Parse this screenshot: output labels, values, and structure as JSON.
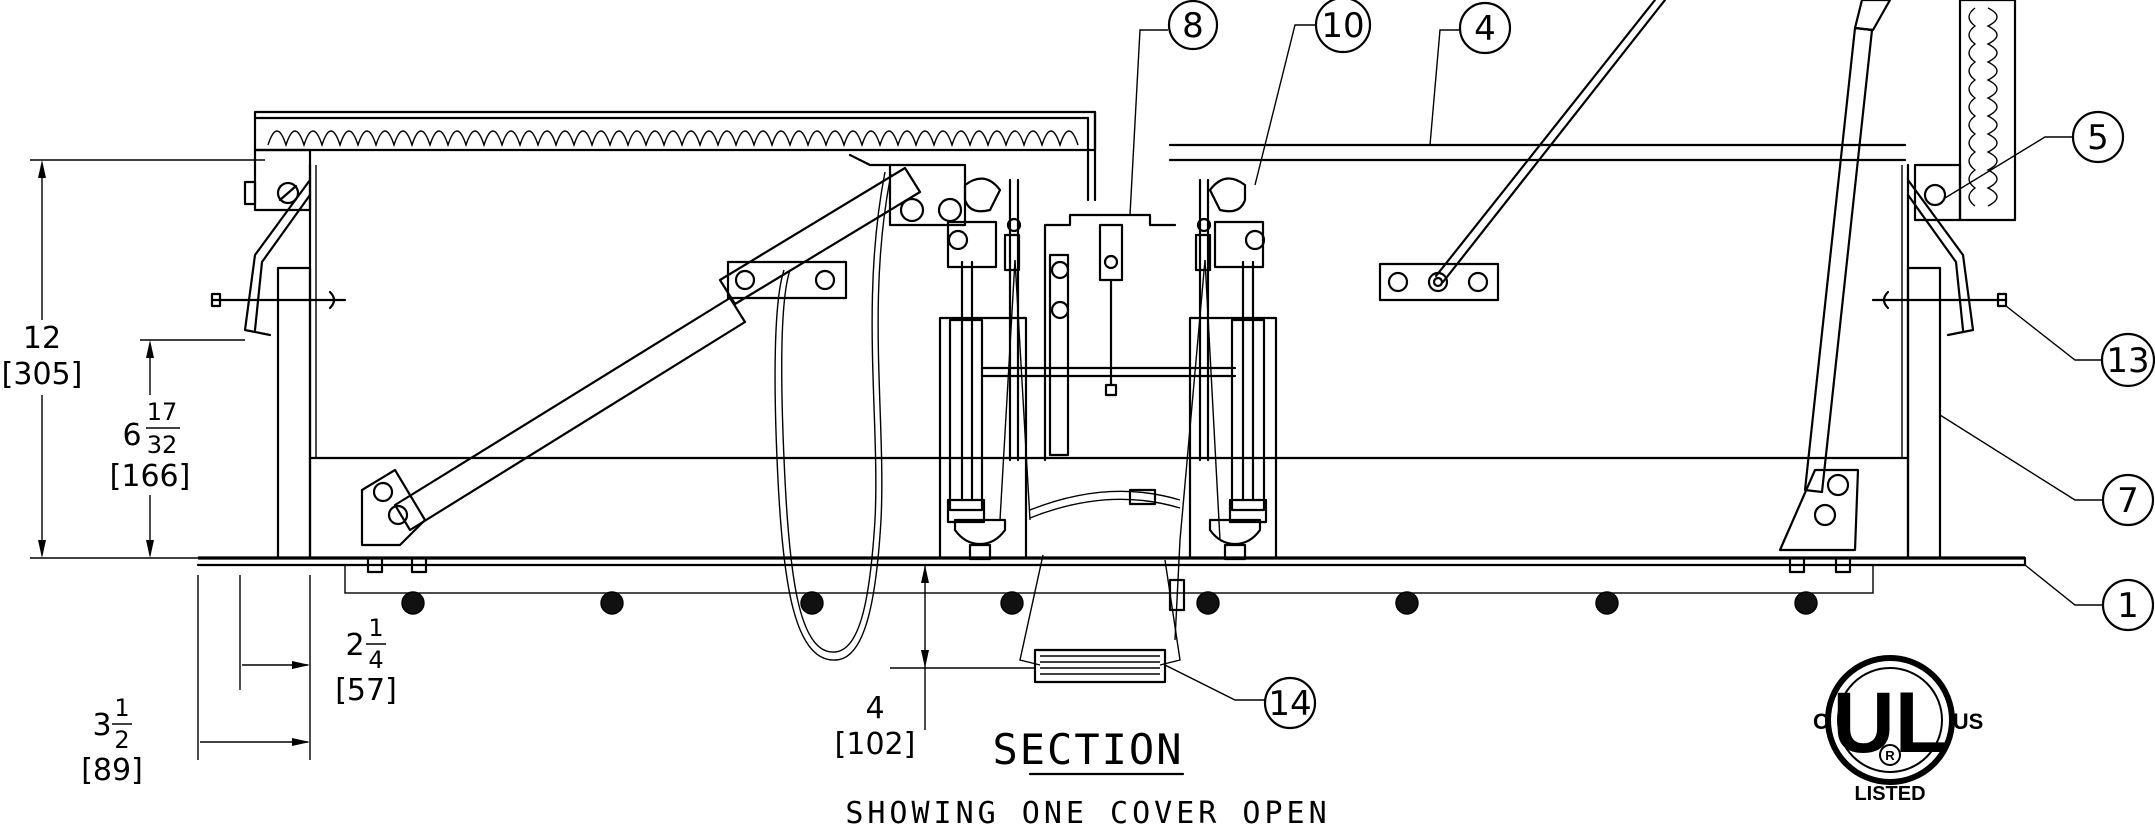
{
  "drawing": {
    "title": "SECTION",
    "subtitle": "SHOWING ONE COVER OPEN"
  },
  "balloons": [
    {
      "id": "b1",
      "label": "1"
    },
    {
      "id": "b4",
      "label": "4"
    },
    {
      "id": "b5",
      "label": "5"
    },
    {
      "id": "b7",
      "label": "7"
    },
    {
      "id": "b8",
      "label": "8"
    },
    {
      "id": "b10",
      "label": "10"
    },
    {
      "id": "b13",
      "label": "13"
    },
    {
      "id": "b14",
      "label": "14"
    }
  ],
  "dimensions": {
    "height_total": {
      "imperial": "12",
      "metric": "[305]"
    },
    "height_mid": {
      "whole": "6",
      "num": "17",
      "den": "32",
      "metric": "[166]"
    },
    "flange": {
      "whole": "2",
      "num": "1",
      "den": "4",
      "metric": "[57]"
    },
    "overhang": {
      "whole": "3",
      "num": "1",
      "den": "2",
      "metric": "[89]"
    },
    "ladder_drop": {
      "imperial": "4",
      "metric": "[102]"
    }
  },
  "certification": {
    "mark": "UL",
    "left": "C",
    "right": "US",
    "bottom": "LISTED",
    "reg": "R"
  }
}
